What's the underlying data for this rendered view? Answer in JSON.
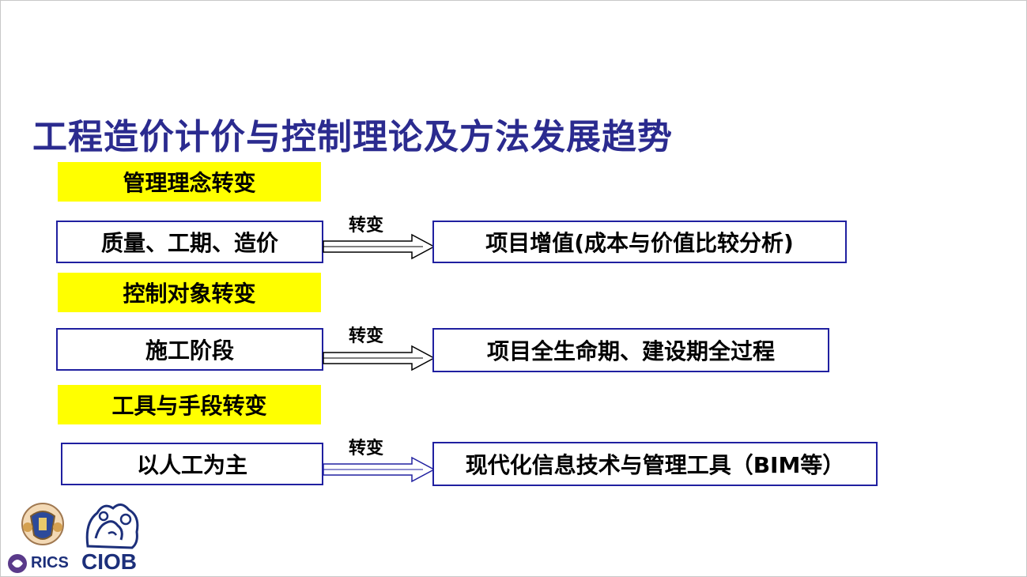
{
  "title": "工程造价计价与控制理论及方法发展趋势",
  "sections": [
    {
      "heading": "管理理念转变",
      "from": "质量、工期、造价",
      "arrow_label": "转变",
      "to": "项目增值(成本与价值比较分析)"
    },
    {
      "heading": "控制对象转变",
      "from": "施工阶段",
      "arrow_label": "转变",
      "to": "项目全生命期、建设期全过程"
    },
    {
      "heading": "工具与手段转变",
      "from": "以人工为主",
      "arrow_label": "转变",
      "to": "现代化信息技术与管理工具（BIM等）"
    }
  ],
  "logos": {
    "rics": "RICS",
    "ciob": "CIOB"
  },
  "colors": {
    "title": "#2b2b8f",
    "highlight": "#ffff00",
    "border": "#2020a0"
  }
}
